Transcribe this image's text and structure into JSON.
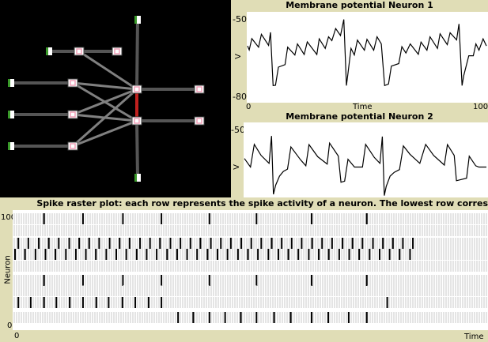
{
  "network": {
    "colors": {
      "input_node": "#3a9a2a",
      "neuron_node": "#f0a0b8",
      "edge": "#555555",
      "weak_edge": "#808080",
      "active_edge": "#c0201e"
    }
  },
  "chart_data": [
    {
      "type": "line",
      "title": "Membrane potential Neuron 1",
      "xlabel": "Time",
      "ylabel": "V",
      "x_ticks": [
        "0",
        "100"
      ],
      "y_ticks": [
        "-50",
        "-80"
      ],
      "xlim": [
        0,
        100
      ],
      "ylim": [
        -83,
        -47
      ],
      "series": [
        {
          "name": "Neuron 1",
          "points": [
            [
              0,
              -60.5
            ],
            [
              0.7,
              -62.1
            ],
            [
              1.8,
              -57.6
            ],
            [
              4.6,
              -61.0
            ],
            [
              5.8,
              -55.9
            ],
            [
              8.8,
              -60.3
            ],
            [
              9.6,
              -55.1
            ],
            [
              10.7,
              -76.2
            ],
            [
              11.7,
              -76.1
            ],
            [
              12.9,
              -68.9
            ],
            [
              15.7,
              -67.9
            ],
            [
              16.8,
              -61.0
            ],
            [
              19.8,
              -64.1
            ],
            [
              20.9,
              -59.7
            ],
            [
              23.7,
              -63.9
            ],
            [
              25.0,
              -58.9
            ],
            [
              29.0,
              -63.9
            ],
            [
              30.0,
              -57.7
            ],
            [
              32.5,
              -61.5
            ],
            [
              33.9,
              -56.9
            ],
            [
              35.3,
              -58.4
            ],
            [
              36.9,
              -53.6
            ],
            [
              38.9,
              -56.4
            ],
            [
              40.3,
              -50.0
            ],
            [
              41.4,
              -76.2
            ],
            [
              42.0,
              -71.8
            ],
            [
              43.3,
              -61.5
            ],
            [
              44.7,
              -64.1
            ],
            [
              46.0,
              -58.2
            ],
            [
              48.9,
              -62.2
            ],
            [
              50.0,
              -57.9
            ],
            [
              52.8,
              -62.2
            ],
            [
              54.2,
              -56.9
            ],
            [
              56.0,
              -59.7
            ],
            [
              57.4,
              -76.2
            ],
            [
              59.0,
              -75.6
            ],
            [
              60.2,
              -68.5
            ],
            [
              63.3,
              -67.5
            ],
            [
              64.6,
              -60.8
            ],
            [
              66.3,
              -63.3
            ],
            [
              68.1,
              -59.7
            ],
            [
              71.5,
              -63.8
            ],
            [
              72.6,
              -59.0
            ],
            [
              75.1,
              -62.2
            ],
            [
              76.4,
              -56.9
            ],
            [
              79.5,
              -61.5
            ],
            [
              80.6,
              -55.7
            ],
            [
              83.6,
              -60.0
            ],
            [
              84.8,
              -55.3
            ],
            [
              87.5,
              -58.1
            ],
            [
              88.5,
              -51.8
            ],
            [
              89.8,
              -76.2
            ],
            [
              90.5,
              -72.3
            ],
            [
              92.6,
              -64.4
            ],
            [
              94.5,
              -64.4
            ],
            [
              95.6,
              -59.7
            ],
            [
              96.9,
              -62.2
            ],
            [
              98.6,
              -57.7
            ],
            [
              100,
              -60.5
            ]
          ]
        }
      ]
    },
    {
      "type": "line",
      "title": "Membrane potential Neuron 2",
      "xlabel": "",
      "ylabel": "V",
      "x_ticks": [],
      "y_ticks": [
        "-50"
      ],
      "xlim": [
        0,
        100
      ],
      "ylim": [
        -83,
        -47
      ],
      "series": [
        {
          "name": "Neuron 2",
          "points": [
            [
              0,
              -61.3
            ],
            [
              2.5,
              -64.7
            ],
            [
              4.1,
              -55.7
            ],
            [
              6.9,
              -60.1
            ],
            [
              10.2,
              -63.2
            ],
            [
              11.2,
              -52.4
            ],
            [
              12.0,
              -75.5
            ],
            [
              12.9,
              -71.9
            ],
            [
              14.5,
              -68.3
            ],
            [
              16.1,
              -66.4
            ],
            [
              17.8,
              -65.5
            ],
            [
              19.2,
              -56.7
            ],
            [
              23.2,
              -61.8
            ],
            [
              25.4,
              -64.2
            ],
            [
              26.7,
              -55.8
            ],
            [
              30.3,
              -60.6
            ],
            [
              34.2,
              -63.5
            ],
            [
              35.2,
              -55.2
            ],
            [
              38.8,
              -60.3
            ],
            [
              39.9,
              -70.7
            ],
            [
              41.4,
              -70.3
            ],
            [
              42.8,
              -61.6
            ],
            [
              45.5,
              -64.7
            ],
            [
              48.8,
              -64.7
            ],
            [
              50.1,
              -55.7
            ],
            [
              53.7,
              -60.9
            ],
            [
              56.0,
              -63.2
            ],
            [
              57.0,
              -52.6
            ],
            [
              57.8,
              -76.0
            ],
            [
              58.6,
              -72.4
            ],
            [
              60.2,
              -68.3
            ],
            [
              61.9,
              -66.8
            ],
            [
              64.1,
              -65.7
            ],
            [
              65.7,
              -56.3
            ],
            [
              68.4,
              -59.6
            ],
            [
              72.5,
              -63.2
            ],
            [
              74.9,
              -55.7
            ],
            [
              78.2,
              -60.1
            ],
            [
              82.6,
              -63.9
            ],
            [
              83.9,
              -55.8
            ],
            [
              86.7,
              -60.1
            ],
            [
              87.6,
              -70.1
            ],
            [
              91.8,
              -69.1
            ],
            [
              92.9,
              -60.4
            ],
            [
              95.6,
              -64.2
            ],
            [
              96.9,
              -64.7
            ],
            [
              100,
              -64.7
            ]
          ]
        }
      ]
    },
    {
      "type": "scatter",
      "title": "Spike raster plot: each row represents the spike activity of a neuron. The lowest row corres",
      "xlabel": "Time",
      "ylabel": "Neuron",
      "x_ticks": [
        "0"
      ],
      "y_ticks": [
        "100",
        "0"
      ],
      "xlim": [
        0,
        100
      ],
      "rows": [
        [
          6.6,
          14.8,
          23.2,
          31.3,
          41.4,
          51.3,
          62.9,
          74.5
        ],
        [],
        [
          1.2,
          3.3,
          5.5,
          7.6,
          9.7,
          11.9,
          14.0,
          16.1,
          18.2,
          20.4,
          22.5,
          24.6,
          26.8,
          28.9,
          31.0,
          33.2,
          35.3,
          37.4,
          39.5,
          41.7,
          43.8,
          45.9,
          48.1,
          50.2,
          52.3,
          54.5,
          56.6,
          58.7,
          60.8,
          63.0,
          65.1,
          67.2,
          69.4,
          71.5,
          73.6,
          75.8,
          77.9,
          80.0,
          82.1,
          84.2
        ],
        [
          0.5,
          2.6,
          4.8,
          6.9,
          9.0,
          11.2,
          13.3,
          15.4,
          17.5,
          19.7,
          21.8,
          23.9,
          26.1,
          28.2,
          30.3,
          32.5,
          34.6,
          36.7,
          38.8,
          41.0,
          43.1,
          45.2,
          47.4,
          49.5,
          51.6,
          53.8,
          55.9,
          58.0,
          60.1,
          62.3,
          64.4,
          66.5,
          68.7,
          70.8,
          72.9,
          75.1,
          77.2,
          79.3,
          81.4,
          83.6
        ],
        [],
        [
          6.6,
          14.8,
          23.2,
          31.3,
          41.4,
          51.3,
          62.9,
          74.5
        ],
        [],
        [
          1.2,
          3.8,
          6.6,
          9.2,
          12.0,
          14.8,
          17.6,
          20.2,
          23.1,
          25.8,
          28.6,
          31.3,
          78.8
        ],
        [
          34.8,
          38.0,
          41.4,
          44.7,
          48.0,
          51.3,
          55.0,
          58.5,
          62.9,
          66.4,
          70.7,
          74.5
        ]
      ]
    }
  ]
}
